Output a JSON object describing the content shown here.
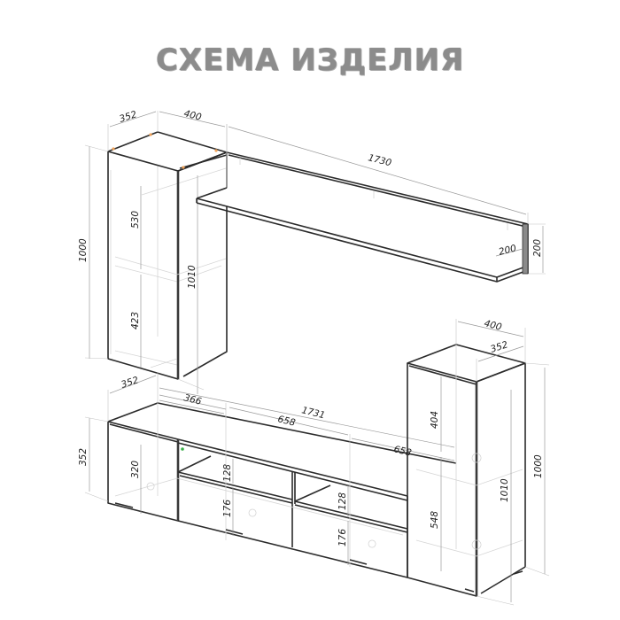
{
  "title": "СХЕМА ИЗДЕЛИЯ",
  "colors": {
    "title": "#8c8c8c",
    "lines": "#2b2b2b",
    "dimension_lines": "#9a9a9a",
    "hidden_lines": "#d6d6d6",
    "accent_orange": "#f0a35a",
    "accent_green": "#3cb04a"
  },
  "units": "mm",
  "modules": {
    "wall_cabinet": {
      "name": "upper-left-wall-cabinet",
      "depth": "352",
      "width": "400",
      "height": "1000",
      "height_inner": "1010",
      "upper_section": "530",
      "lower_section": "423",
      "bottom_depth": "352"
    },
    "wall_shelf": {
      "name": "wall-shelf",
      "length": "1730",
      "depth": "200",
      "height": "200"
    },
    "tv_stand": {
      "name": "tv-stand",
      "depth": "352",
      "height": "352",
      "left_section_width": "366",
      "total_length": "1731",
      "section_1_width": "658",
      "section_2_width": "658",
      "left_door_height": "320",
      "niche_1_height": "128",
      "drawer_1_height": "176",
      "niche_2_height": "128",
      "drawer_2_height": "176"
    },
    "tall_cabinet": {
      "name": "floor-cabinet-right",
      "width": "400",
      "depth": "352",
      "height": "1000",
      "height_inner": "1010",
      "upper_section": "404",
      "lower_section": "548"
    }
  }
}
